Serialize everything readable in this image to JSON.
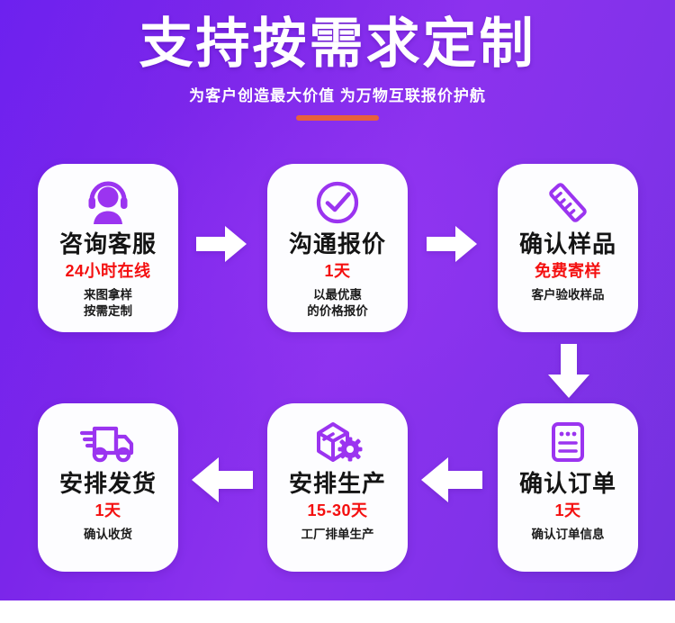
{
  "header": {
    "title": "支持按需求定制",
    "subtitle": "为客户创造最大价值 为万物互联报价护航",
    "underline_color": "#e8603c"
  },
  "theme": {
    "background_start": "#6d21ef",
    "background_end": "#7331de",
    "card_background": "#fdfdff",
    "accent_icon": "#9b34f0",
    "highlight_text": "#f40f0f",
    "title_text": "#141414",
    "arrow_color": "#ffffff"
  },
  "steps": [
    {
      "index": "1",
      "icon": "headset-support-icon",
      "title": "咨询客服",
      "highlight": "24小时在线",
      "desc_line1": "来图拿样",
      "desc_line2": "按需定制"
    },
    {
      "index": "2",
      "icon": "check-circle-icon",
      "title": "沟通报价",
      "highlight": "1天",
      "desc_line1": "以最优惠",
      "desc_line2": "的价格报价"
    },
    {
      "index": "3",
      "icon": "ruler-icon",
      "title": "确认样品",
      "highlight": "免费寄样",
      "desc_line1": "客户验收样品",
      "desc_line2": ""
    },
    {
      "index": "4",
      "icon": "order-document-icon",
      "title": "确认订单",
      "highlight": "1天",
      "desc_line1": "确认订单信息",
      "desc_line2": ""
    },
    {
      "index": "5",
      "icon": "box-gear-production-icon",
      "title": "安排生产",
      "highlight": "15-30天",
      "desc_line1": "工厂排单生产",
      "desc_line2": ""
    },
    {
      "index": "6",
      "icon": "delivery-truck-icon",
      "title": "安排发货",
      "highlight": "1天",
      "desc_line1": "确认收货",
      "desc_line2": ""
    }
  ],
  "arrows": [
    {
      "name": "arrow-right-step1-to-step2",
      "direction": "right"
    },
    {
      "name": "arrow-right-step2-to-step3",
      "direction": "right"
    },
    {
      "name": "arrow-down-step3-to-step4",
      "direction": "down"
    },
    {
      "name": "arrow-left-step4-to-step5",
      "direction": "left"
    },
    {
      "name": "arrow-left-step5-to-step6",
      "direction": "left"
    }
  ]
}
